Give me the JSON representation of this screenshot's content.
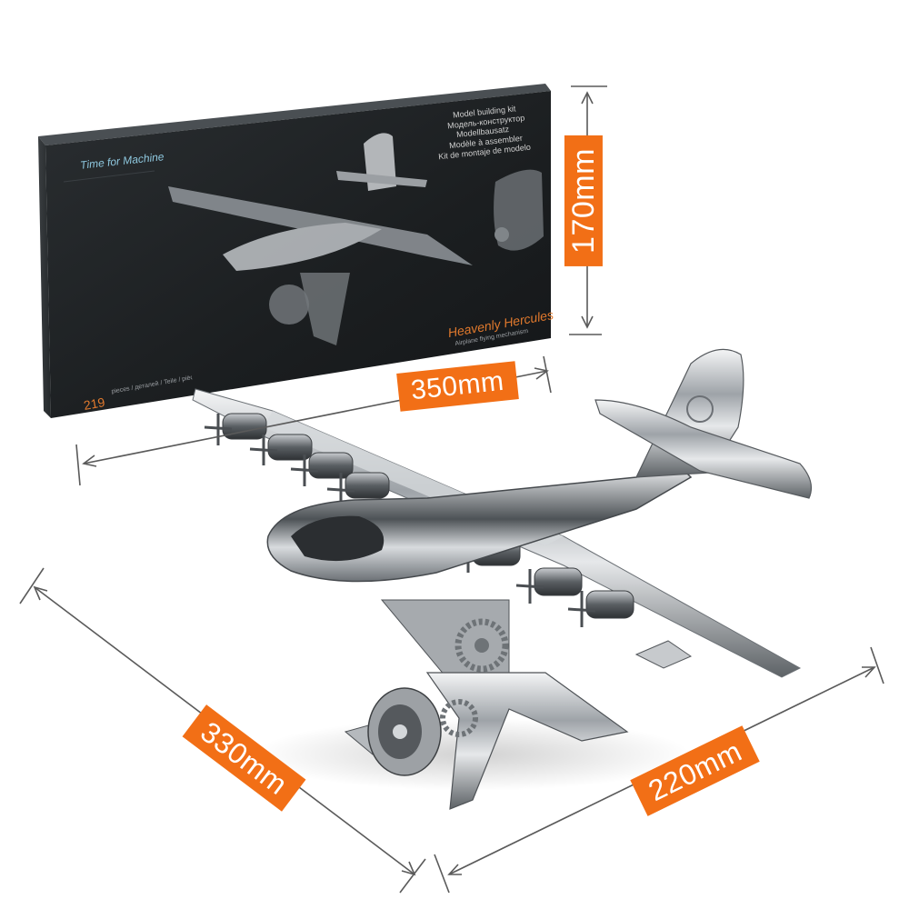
{
  "dimensions": {
    "height": "170mm",
    "length": "350mm",
    "depth": "330mm",
    "width": "220mm"
  },
  "box": {
    "brand": "Time for Machine",
    "subtitle_lines": [
      "Model building kit",
      "Модель-конструктор",
      "Modellbausatz",
      "Modèle à assembler",
      "Kit de montaje de modelo"
    ],
    "product_name": "Heavenly Hercules",
    "product_tagline": "Airplane flying mechanism",
    "pieces_count": "219",
    "pieces_text": "pieces / деталей / Teile / pièces / piezas"
  },
  "colors": {
    "accent": "#f26f16",
    "box_dark": "#1c1f21",
    "metal": "#b9bcc0"
  }
}
